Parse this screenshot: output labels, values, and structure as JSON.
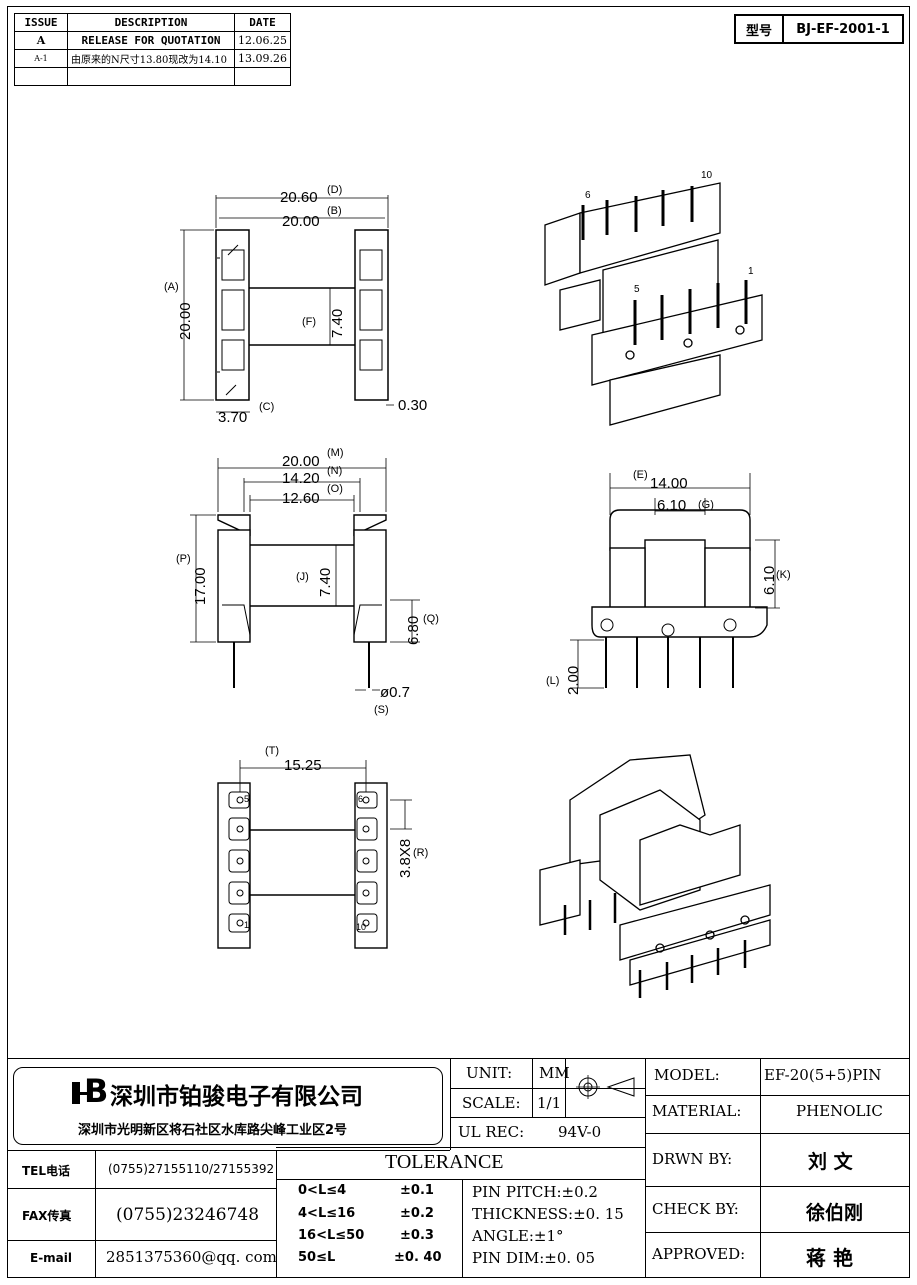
{
  "revision_table": {
    "headers": [
      "ISSUE",
      "DESCRIPTION",
      "DATE"
    ],
    "rows": [
      {
        "issue": "A",
        "description": "RELEASE FOR QUOTATION",
        "date": "12.06.25"
      },
      {
        "issue": "A-1",
        "description": "由原来的N尺寸13.80现改为14.10",
        "date": "13.09.26"
      }
    ]
  },
  "part_code": {
    "label": "型号",
    "value": "BJ-EF-2001-1"
  },
  "views": {
    "top_view": {
      "dim_d": "20.60",
      "tag_d": "(D)",
      "dim_b": "20.00",
      "tag_b": "(B)",
      "dim_a": "20.00",
      "tag_a": "(A)",
      "dim_f": "7.40",
      "tag_f": "(F)",
      "dim_c": "3.70",
      "tag_c": "(C)",
      "dim_030": "0.30"
    },
    "front_view": {
      "dim_m": "20.00",
      "tag_m": "(M)",
      "dim_n": "14.20",
      "tag_n": "(N)",
      "dim_o": "12.60",
      "tag_o": "(O)",
      "dim_p": "17.00",
      "tag_p": "(P)",
      "dim_j": "7.40",
      "tag_j": "(J)",
      "dim_q": "6.80",
      "tag_q": "(Q)",
      "dim_s": "ø0.7",
      "tag_s": "(S)"
    },
    "side_view": {
      "dim_e": "14.00",
      "tag_e": "(E)",
      "dim_g": "6.10",
      "tag_g": "(G)",
      "dim_k": "6.10",
      "tag_k": "(K)",
      "dim_l": "2.00",
      "tag_l": "(L)"
    },
    "bottom_view": {
      "dim_t": "15.25",
      "tag_t": "(T)",
      "dim_r": "3.8X8",
      "tag_r": "(R)",
      "pin_5": "5",
      "pin_6": "6",
      "pin_1": "1",
      "pin_10": "10"
    },
    "iso_view": {
      "pin_6": "6",
      "pin_10": "10",
      "pin_5": "5",
      "pin_1": "1"
    }
  },
  "title_block": {
    "company_name": "深圳市铂骏电子有限公司",
    "company_address": "深圳市光明新区将石社区水库路尖峰工业区2号",
    "logo_text": "B",
    "tel_label": "TEL电话",
    "tel_value": "(0755)27155110/27155392",
    "fax_label": "FAX传真",
    "fax_value": "(0755)23246748",
    "email_label": "E-mail",
    "email_value": "2851375360@qq. com",
    "unit_label": "UNIT:",
    "unit_value": "MM",
    "scale_label": "SCALE:",
    "scale_value": "1/1",
    "ul_label": "UL REC:",
    "ul_value": "94V-0",
    "tolerance_title": "TOLERANCE",
    "tolerances": [
      {
        "range": "0<L≤4",
        "value": "±0.1"
      },
      {
        "range": "4<L≤16",
        "value": "±0.2"
      },
      {
        "range": "16<L≤50",
        "value": "±0.3"
      },
      {
        "range": "50≤L",
        "value": "±0. 40"
      }
    ],
    "pin_pitch": "PIN PITCH:±0.2",
    "thickness": "THICKNESS:±0. 15",
    "angle": "ANGLE:±1°",
    "pin_dim": "PIN DIM:±0. 05",
    "model_label": "MODEL:",
    "model_value": "EF-20(5+5)PIN",
    "material_label": "MATERIAL:",
    "material_value": "PHENOLIC",
    "drawn_label": "DRWN BY:",
    "drawn_value": "刘  文",
    "check_label": "CHECK BY:",
    "check_value": "徐伯刚",
    "approved_label": "APPROVED:",
    "approved_value": "蒋 艳"
  }
}
